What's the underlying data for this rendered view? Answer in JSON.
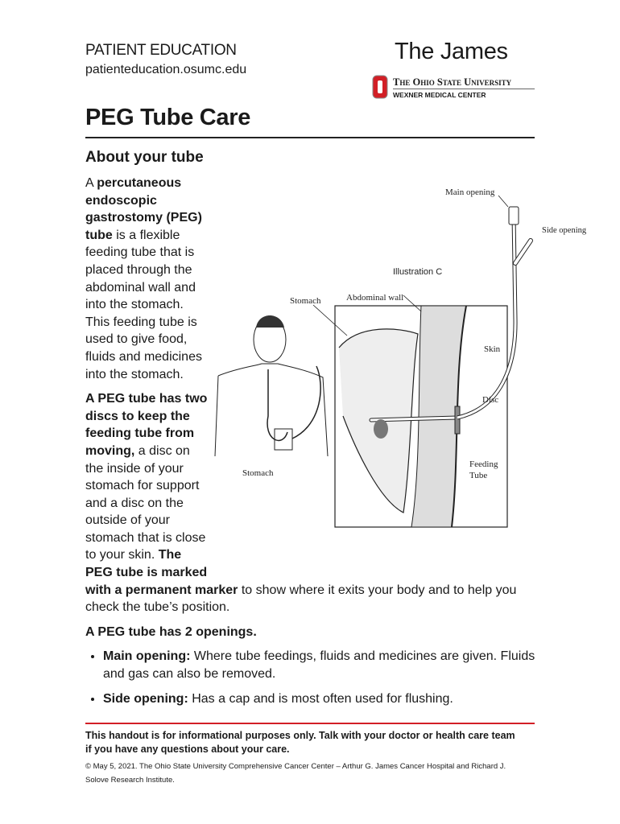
{
  "header": {
    "section": "PATIENT EDUCATION",
    "url": "patienteducation.osumc.edu",
    "brand": "The James",
    "university": "The Ohio State University",
    "center": "WEXNER MEDICAL CENTER"
  },
  "title": "PEG Tube Care",
  "section_heading": "About your tube",
  "paragraph1": {
    "pre": "A ",
    "bold": "percutaneous endoscopic gastrostomy (PEG) tube",
    "rest": " is a flexible feeding tube that is placed through the abdominal wall and into the stomach. This feeding tube is used to give food, fluids and medicines into the stomach."
  },
  "paragraph2": {
    "bold1": "A PEG tube has two discs to keep the feeding tube from moving,",
    "mid": " a disc on the inside of your stomach for support and a disc on the outside of your stomach that is close to your skin. ",
    "bold2": "The PEG tube is marked with a permanent marker",
    "rest": " to show where it exits your body and to help you check the tube’s position."
  },
  "openings_heading": "A PEG tube has 2 openings.",
  "bullets": [
    {
      "label": "Main opening:",
      "text": " Where tube feedings, fluids and medicines are given. Fluids and gas can also be removed."
    },
    {
      "label": "Side opening:",
      "text": " Has a cap and is most often used for flushing."
    }
  ],
  "figure": {
    "caption": "Illustration C",
    "labels": {
      "main_opening": "Main opening",
      "side_opening": "Side opening",
      "stomach_top": "Stomach",
      "abdominal_wall": "Abdominal wall",
      "skin": "Skin",
      "disc": "Disc",
      "feeding": "Feeding",
      "tube": "Tube",
      "stomach_body": "Stomach"
    }
  },
  "footer": {
    "disclaimer": "This handout is for informational purposes only. Talk with your doctor or health care team if you have any questions about your care.",
    "copyright": "© May 5, 2021. The Ohio State University Comprehensive Cancer Center – Arthur G. James Cancer Hospital and Richard J. Solove Research Institute."
  },
  "colors": {
    "accent": "#d21f26"
  }
}
